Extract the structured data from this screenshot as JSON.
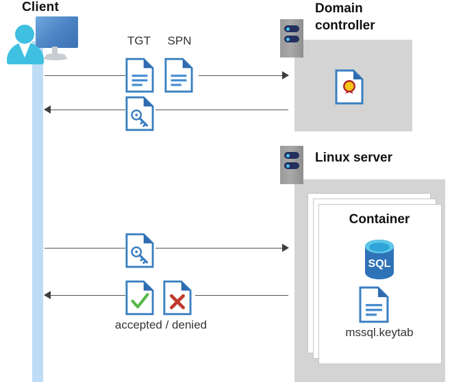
{
  "diagram": {
    "title_client": "Client",
    "title_domain_controller": "Domain\ncontroller",
    "domain_controller_line1": "Domain",
    "domain_controller_line2": "controller",
    "title_linux_server": "Linux server",
    "title_container": "Container",
    "keytab_file": "mssql.keytab",
    "label_tgt": "TGT",
    "label_spn": "SPN",
    "label_accepted_denied": "accepted / denied",
    "sql_badge": "SQL"
  },
  "icons": {
    "client": "user-monitor-icon",
    "rack": "server-rack-icon",
    "document": "document-icon",
    "key_document": "key-document-icon",
    "certificate_document": "certificate-document-icon",
    "accepted_document": "check-document-icon",
    "denied_document": "x-document-icon",
    "database": "sql-database-icon",
    "keytab": "document-icon"
  },
  "colors": {
    "lifeline": "#bedcf5",
    "panel_gray": "#d4d4d4",
    "doc_outline": "#3a7fc1",
    "doc_fold": "#2f6bb0",
    "doc_lines": "#4a8fd0",
    "accent_blue": "#3e72b3",
    "person_cyan": "#3fc0e0",
    "rack_navy": "#23305e",
    "rack_dot": "#4cc3ef",
    "check_green": "#57b847",
    "cross_red": "#c0392b",
    "cert_gold": "#f5c518",
    "cert_ribbon": "#b3252a",
    "sql_blue": "#2e72b8",
    "sql_top": "#5ec6e8",
    "arrow": "#3e3e42",
    "text": "#2b2b2b"
  },
  "flows": [
    {
      "name": "client-to-dc-request",
      "direction": "right",
      "label": "TGT SPN"
    },
    {
      "name": "dc-to-client-ticket",
      "direction": "left",
      "label": "key"
    },
    {
      "name": "client-to-linux-request",
      "direction": "right",
      "label": "key"
    },
    {
      "name": "linux-to-client-response",
      "direction": "left",
      "label": "accepted / denied"
    }
  ]
}
